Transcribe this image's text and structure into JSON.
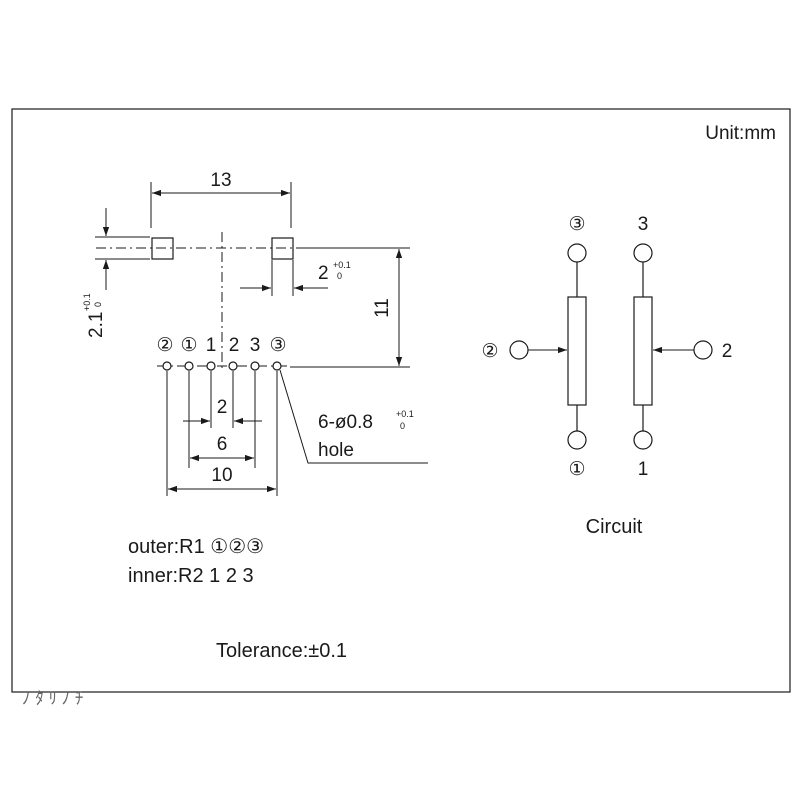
{
  "unit_label": "Unit:mm",
  "dimensions": {
    "pad_spacing": "13",
    "pad_size": "2",
    "pad_size_tol_upper": "+0.1",
    "pad_size_tol_lower": "0",
    "pad_height": "2.1",
    "pad_height_tol_upper": "+0.1",
    "pad_height_tol_lower": "0",
    "height_to_pins": "11",
    "pin_pitch_inner": "2",
    "pin_span_inner": "6",
    "pin_span_outer": "10"
  },
  "pin_labels": {
    "left": [
      "②",
      "①",
      "1",
      "2",
      "3",
      "③"
    ]
  },
  "hole_note": {
    "prefix": "6-ø0.8",
    "tol_upper": "+0.1",
    "tol_lower": "0",
    "word": "hole"
  },
  "circuit": {
    "outer_top": "③",
    "outer_wiper": "②",
    "outer_bottom": "①",
    "inner_top": "3",
    "inner_wiper": "2",
    "inner_bottom": "1",
    "label": "Circuit"
  },
  "legend": {
    "outer": "outer:R1 ①②③",
    "inner": "inner:R2 1 2 3"
  },
  "tolerance": "Tolerance:±0.1",
  "footer_fragment": "ﾉ ﾀ ﾘ ﾉ ﾁ"
}
